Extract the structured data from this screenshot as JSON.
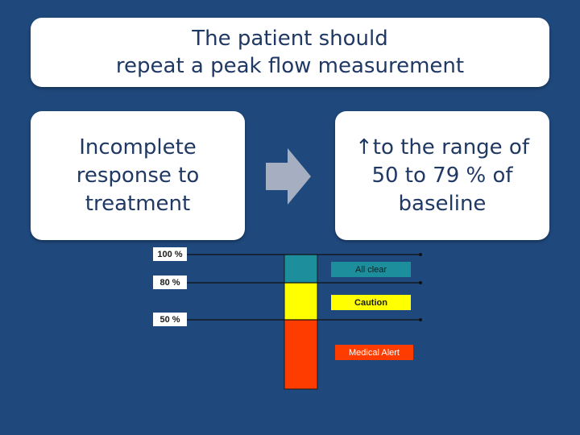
{
  "title": {
    "line1": "The patient should",
    "line2": "repeat a peak flow measurement"
  },
  "left_box": {
    "text": "Incomplete\nresponse to\ntreatment"
  },
  "right_box": {
    "text": "↑to the range of\n50 to 79 % of\nbaseline"
  },
  "arrow": {
    "icon": "right-arrow-icon",
    "color": "#a6afc1"
  },
  "gauge": {
    "levels": [
      {
        "label": "100 %",
        "value": 100
      },
      {
        "label": "80 %",
        "value": 80
      },
      {
        "label": "50 %",
        "value": 50
      }
    ],
    "zones": [
      {
        "name": "All clear",
        "color": "#1d8e9c"
      },
      {
        "name": "Caution",
        "color": "#ffff00"
      },
      {
        "name": "Medical Alert",
        "color": "#ff3c00"
      }
    ]
  }
}
